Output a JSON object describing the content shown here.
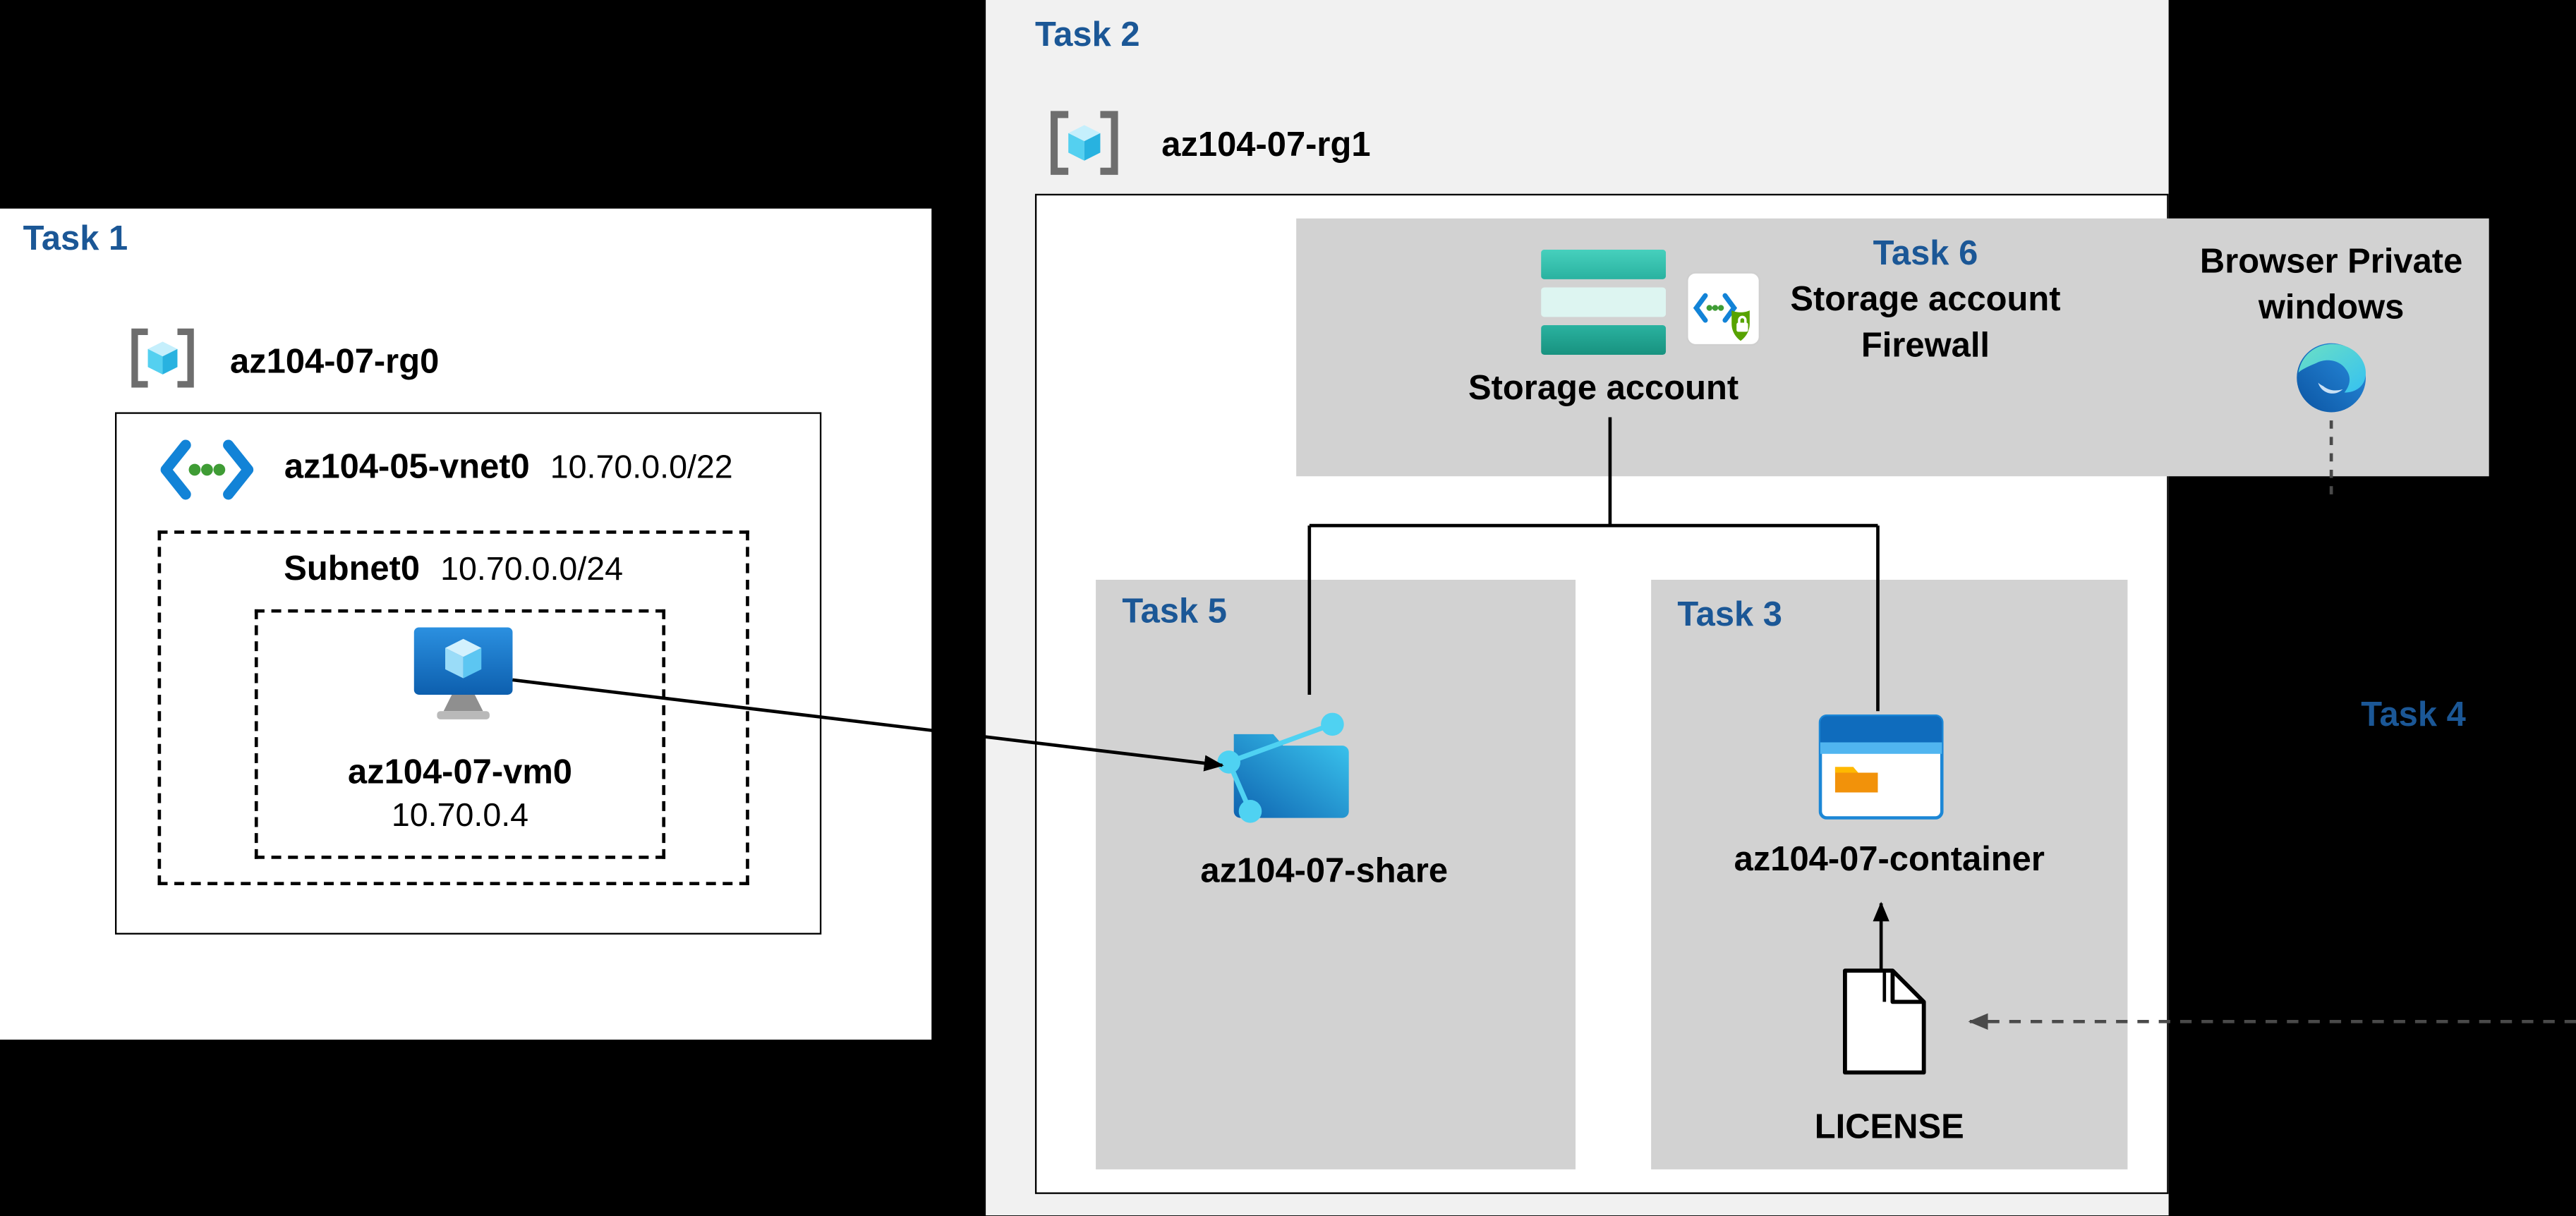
{
  "colors": {
    "background": "#000000",
    "task_label_blue": "#1b5796",
    "panel_light_gray": "#f1f1f1",
    "box_gray": "#d2d2d2",
    "azure_blue": "#1283d7",
    "storage_teal": "#37c6b5",
    "folder_orange": "#f2920a"
  },
  "task1": {
    "label": "Task 1",
    "resource_group": "az104-07-rg0",
    "vnet": {
      "name": "az104-05-vnet0",
      "cidr": "10.70.0.0/22"
    },
    "subnet": {
      "name": "Subnet0",
      "cidr": "10.70.0.0/24"
    },
    "vm": {
      "name": "az104-07-vm0",
      "ip": "10.70.0.4"
    }
  },
  "task2": {
    "label": "Task 2",
    "resource_group": "az104-07-rg1"
  },
  "storage": {
    "label": "Storage account"
  },
  "task6": {
    "label": "Task 6",
    "title_line1": "Storage account",
    "title_line2": "Firewall"
  },
  "browser": {
    "line1": "Browser Private",
    "line2": "windows"
  },
  "task5": {
    "label": "Task 5",
    "share_name": "az104-07-share"
  },
  "task3": {
    "label": "Task 3",
    "container_name": "az104-07-container",
    "document_label": "LICENSE"
  },
  "task4": {
    "label": "Task 4"
  },
  "icons": {
    "resource_group": "resource-group-icon",
    "virtual_network": "virtual-network-icon",
    "virtual_machine": "virtual-machine-icon",
    "storage_account": "storage-account-icon",
    "storage_firewall": "storage-firewall-icon",
    "edge_browser": "edge-browser-icon",
    "file_share": "file-share-icon",
    "blob_container": "blob-container-icon",
    "license_document": "document-icon"
  }
}
